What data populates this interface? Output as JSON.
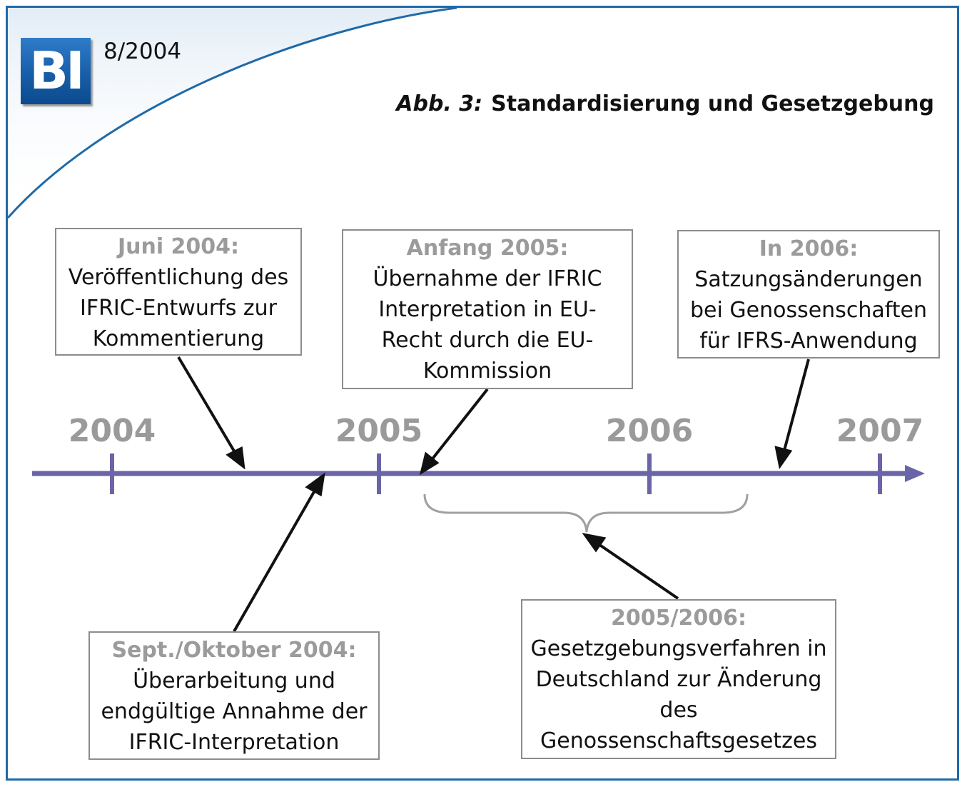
{
  "header": {
    "logo_text": "BI",
    "issue": "8/2004",
    "caption_label": "Abb. 3:",
    "caption_title": "Standardisierung und Gesetzgebung"
  },
  "timeline": {
    "years": [
      "2004",
      "2005",
      "2006",
      "2007"
    ],
    "line_color": "#6a64a8"
  },
  "events": {
    "juni_2004": {
      "date": "Juni 2004:",
      "text": "Veröffentlichung des\nIFRIC-Entwurfs zur\nKommentierung"
    },
    "sept_okt_2004": {
      "date": "Sept./Oktober 2004:",
      "text": "Überarbeitung und\nendgültige Annahme der\nIFRIC-Interpretation"
    },
    "anfang_2005": {
      "date": "Anfang 2005:",
      "text": "Übernahme der IFRIC\nInterpretation in EU-\nRecht durch die EU-\nKommission"
    },
    "period_2005_2006": {
      "date": "2005/2006:",
      "text": "Gesetzgebungsverfahren in\nDeutschland zur Änderung\ndes\nGenossenschaftsgesetzes"
    },
    "in_2006": {
      "date": "In 2006:",
      "text": "Satzungsänderungen\nbei Genossenschaften\nfür IFRS-Anwendung"
    }
  }
}
